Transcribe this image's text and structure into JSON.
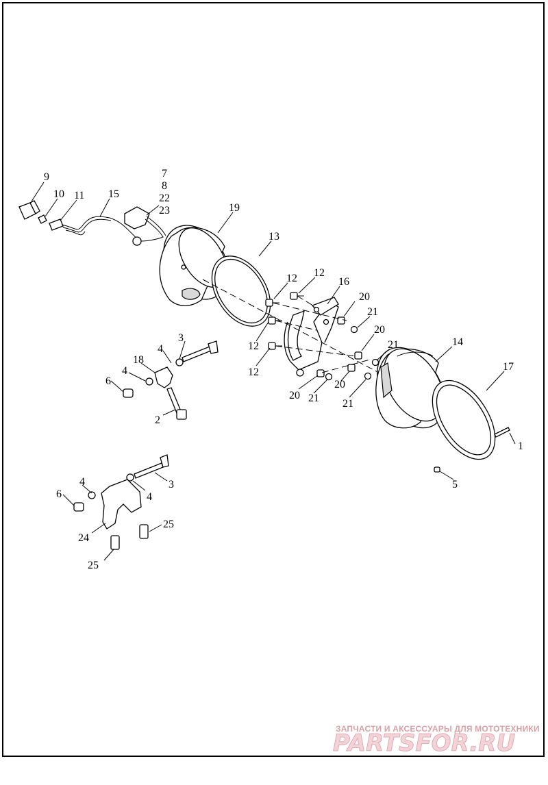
{
  "callouts": {
    "c9": "9",
    "c10": "10",
    "c11": "11",
    "c15": "15",
    "c7": "7",
    "c8": "8",
    "c22": "22",
    "c23": "23",
    "c19": "19",
    "c13": "13",
    "c12a": "12",
    "c12b": "12",
    "c16": "16",
    "c20a": "20",
    "c21a": "21",
    "c20b": "20",
    "c21b": "21",
    "c14": "14",
    "c17": "17",
    "c12c": "12",
    "c12d": "12",
    "c20c": "20",
    "c21c": "21",
    "c20d": "20",
    "c21d": "21",
    "c1": "1",
    "c5": "5",
    "c3a": "3",
    "c4a": "4",
    "c18": "18",
    "c4b": "4",
    "c6a": "6",
    "c2": "2",
    "c4c": "4",
    "c3b": "3",
    "c4d": "4",
    "c6b": "6",
    "c24": "24",
    "c25a": "25",
    "c25b": "25"
  },
  "watermark": {
    "tagline": "ЗАПЧАСТИ И АКСЕССУАРЫ ДЛЯ МОТОТЕХНИКИ",
    "brand": "PARTSFOR.RU"
  }
}
